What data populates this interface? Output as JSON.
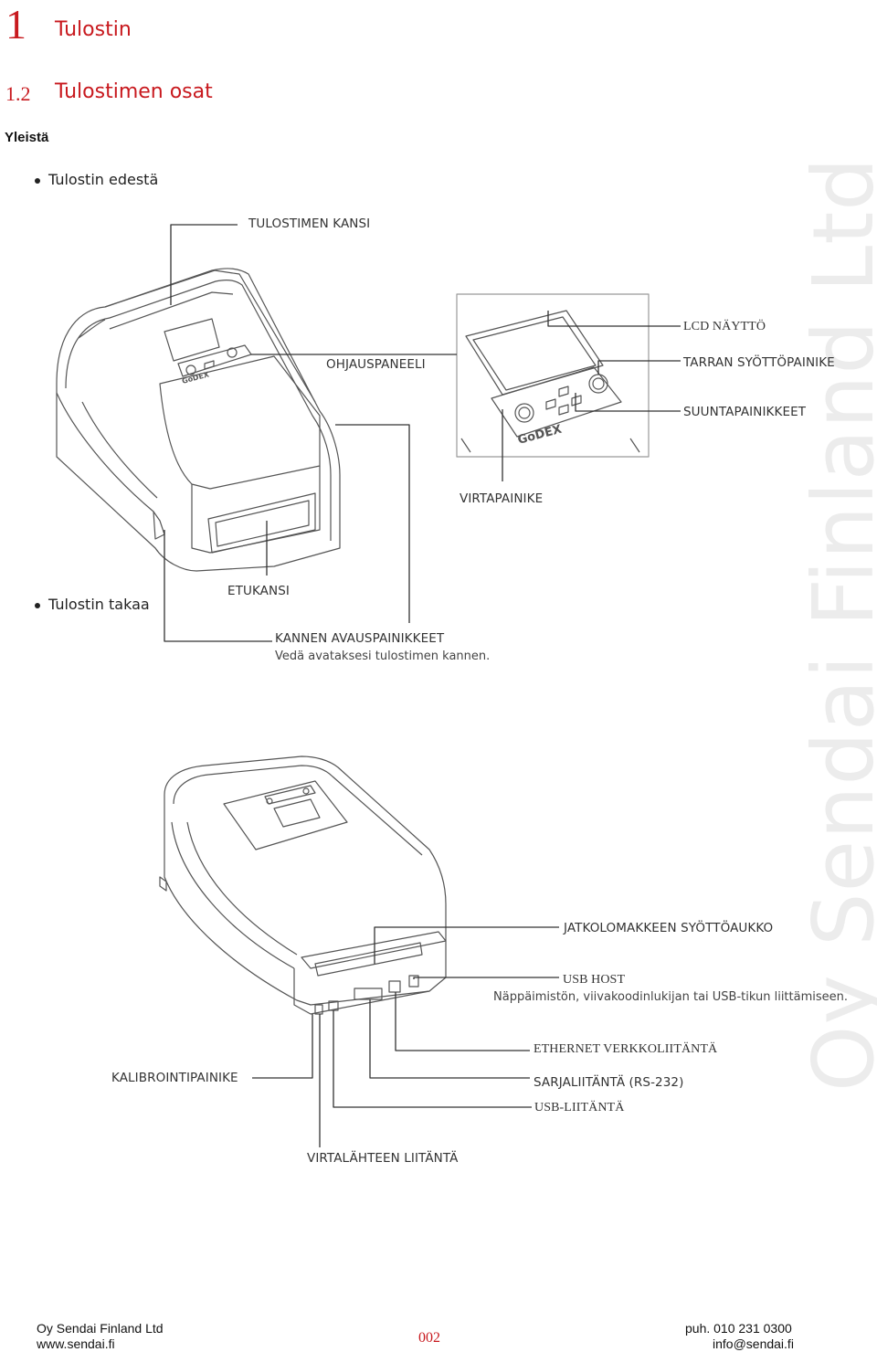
{
  "header": {
    "chapter_number": "1",
    "chapter_title": "Tulostin",
    "section_number": "1.2",
    "section_title": "Tulostimen osat"
  },
  "subheading": "Yleistä",
  "bullets": {
    "front": "Tulostin edestä",
    "back": "Tulostin takaa"
  },
  "front_labels": {
    "cover": "TULOSTIMEN KANSI",
    "control_panel": "OHJAUSPANEELI",
    "lcd": "LCD NÄYTTÖ",
    "feed_button": "TARRAN SYÖTTÖPAINIKE",
    "direction_buttons": "SUUNTAPAINIKKEET",
    "power_button": "VIRTAPAINIKE",
    "front_cover": "ETUKANSI",
    "release_buttons": "KANNEN AVAUSPAINIKKEET",
    "release_note": "Vedä avataksesi tulostimen kannen."
  },
  "back_labels": {
    "fanfold": "JATKOLOMAKKEEN SYÖTTÖAUKKO",
    "usb_host": "USB HOST",
    "usb_host_note": "Näppäimistön, viivakoodinlukijan tai USB-tikun liittämiseen.",
    "ethernet": "ETHERNET VERKKOLIITÄNTÄ",
    "serial": "SARJALIITÄNTÄ (RS-232)",
    "usb": "USB-LIITÄNTÄ",
    "calibration": "KALIBROINTIPAINIKE",
    "power_socket": "VIRTALÄHTEEN LIITÄNTÄ"
  },
  "watermark": "Oy Sendai Finland Ltd",
  "footer": {
    "company": "Oy Sendai Finland Ltd",
    "website": "www.sendai.fi",
    "page": "002",
    "phone": "puh. 010 231 0300",
    "email": "info@sendai.fi"
  },
  "device_brand": "GoDEX",
  "colors": {
    "accent_red": "#c8191e",
    "line_art": "#555555",
    "watermark": "#ececec"
  }
}
